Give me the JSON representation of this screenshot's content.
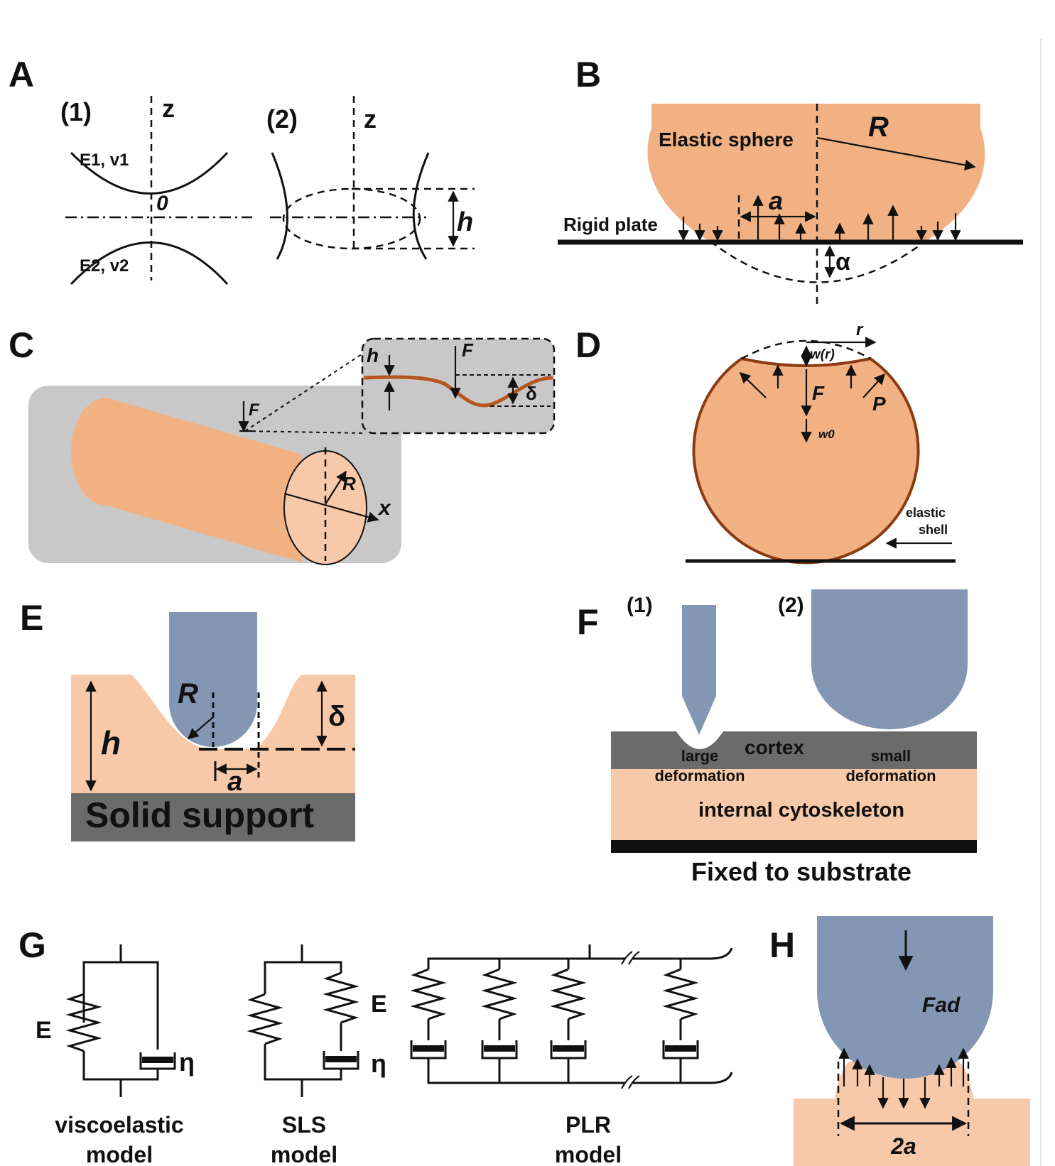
{
  "panels": {
    "A": {
      "letter": "A",
      "sub1": "(1)",
      "sub2": "(2)",
      "z1": "z",
      "z2": "z",
      "e1": "E1, v1",
      "e2": "E2, v2",
      "origin": "0",
      "h": "h"
    },
    "B": {
      "letter": "B",
      "sphere": "Elastic sphere",
      "R": "R",
      "a": "a",
      "plate": "Rigid plate",
      "alpha": "α"
    },
    "C": {
      "letter": "C",
      "F1": "F",
      "F2": "F",
      "h": "h",
      "delta": "δ",
      "R": "R",
      "x": "x"
    },
    "D": {
      "letter": "D",
      "r": "r",
      "wr": "w(r)",
      "F": "F",
      "P": "P",
      "w0": "w0",
      "shell1": "elastic",
      "shell2": "shell"
    },
    "E": {
      "letter": "E",
      "R": "R",
      "h": "h",
      "delta": "δ",
      "a": "a",
      "support": "Solid support"
    },
    "F": {
      "letter": "F",
      "sub1": "(1)",
      "sub2": "(2)",
      "cortex": "cortex",
      "large1": "large",
      "large2": "deformation",
      "small1": "small",
      "small2": "deformation",
      "internal": "internal cytoskeleton",
      "fixed": "Fixed to substrate"
    },
    "G": {
      "letter": "G",
      "E1": "E",
      "eta1": "η",
      "E2": "E",
      "eta2": "η",
      "visco1": "viscoelastic",
      "visco2": "model",
      "sls1": "SLS",
      "sls2": "model",
      "plr1": "PLR",
      "plr2": "model"
    },
    "H": {
      "letter": "H",
      "Fad": "Fad",
      "twoa": "2a"
    }
  },
  "colors": {
    "orange": "#f2b183",
    "peach": "#f8c9a8",
    "blue": "#8397b4",
    "grey": "#c8c8c8",
    "darkgrey": "#6b6b6b",
    "black": "#111111"
  }
}
